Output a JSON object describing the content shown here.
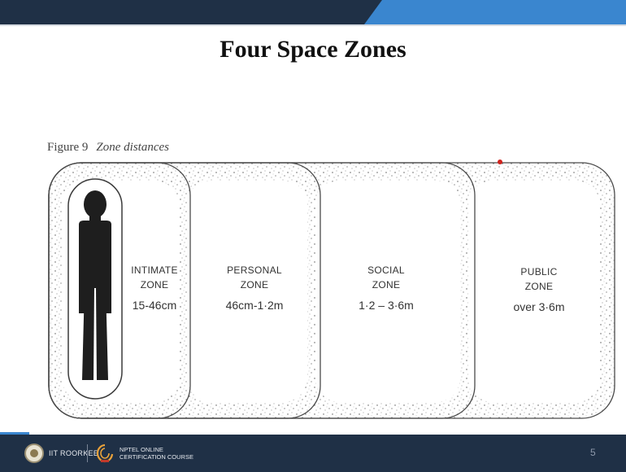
{
  "slide": {
    "title": "Four Space Zones",
    "page_number": "5"
  },
  "figure": {
    "label": "Figure 9",
    "caption": "Zone distances",
    "zones": [
      {
        "name_line1": "INTIMATE",
        "name_line2": "ZONE",
        "distance": "15-46cm"
      },
      {
        "name_line1": "PERSONAL",
        "name_line2": "ZONE",
        "distance": "46cm-1·2m"
      },
      {
        "name_line1": "SOCIAL",
        "name_line2": "ZONE",
        "distance": "1·2 – 3·6m"
      },
      {
        "name_line1": "PUBLIC",
        "name_line2": "ZONE",
        "distance": "over 3·6m"
      }
    ]
  },
  "footer": {
    "institute": "IIT ROORKEE",
    "course_line1": "NPTEL ONLINE",
    "course_line2": "CERTIFICATION COURSE"
  },
  "colors": {
    "header_bar": "#1f3046",
    "header_accent": "#3a86cf",
    "pointer_dot": "#d0221c"
  }
}
